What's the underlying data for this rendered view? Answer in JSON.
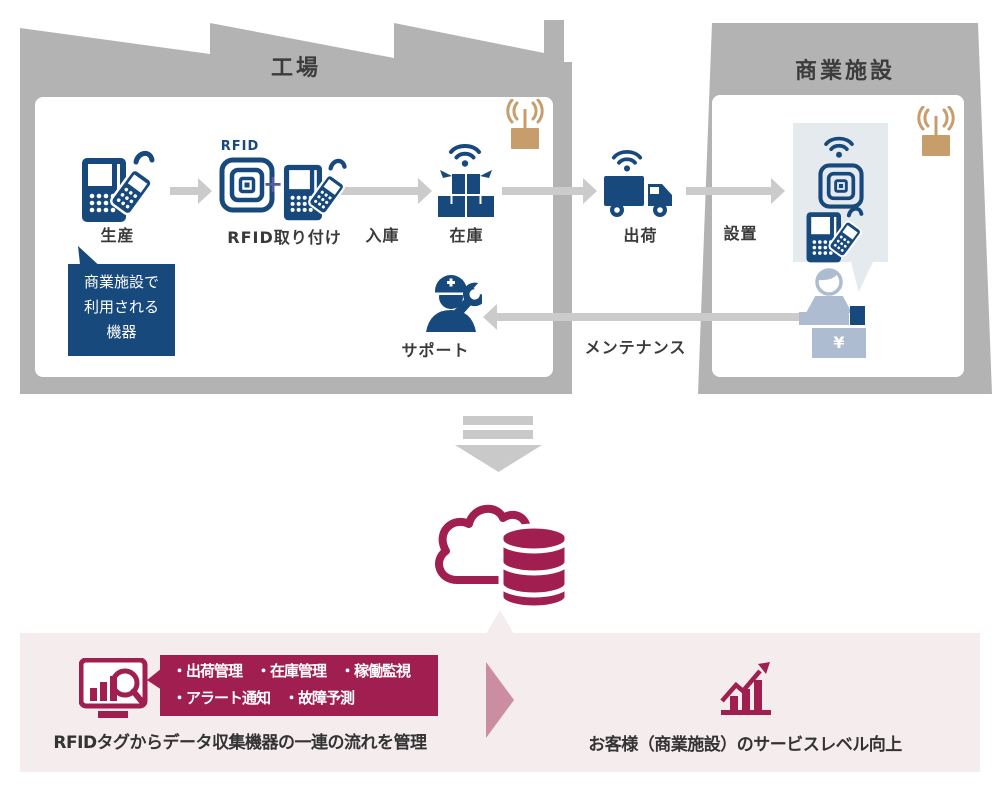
{
  "factory": {
    "title": "工場"
  },
  "facility": {
    "title": "商業施設"
  },
  "steps": {
    "production": "生産",
    "rfid_attach": "RFID取り付け",
    "inbound": "入庫",
    "stock": "在庫",
    "ship": "出荷",
    "install": "設置",
    "support": "サポート",
    "maintenance": "メンテナンス"
  },
  "rfid": {
    "tag_text": "RFID",
    "plus": "+"
  },
  "callout": {
    "line1": "商業施設で",
    "line2": "利用される",
    "line3": "機器"
  },
  "register": {
    "currency": "¥"
  },
  "summary": {
    "bubble_line1": "・出荷管理　・在庫管理　・稼働監視",
    "bubble_line2": "・アラート通知　・故障予測",
    "left_caption": "RFIDタグからデータ収集機器の一連の流れを管理",
    "right_caption": "お客様（商業施設）のサービスレベル向上"
  },
  "colors": {
    "device_blue": "#17497d",
    "building_gray": "#b3b3b3",
    "arrow_gray": "#cbcbcb",
    "antenna_tan": "#c79d6c",
    "accent_maroon": "#a01e50",
    "panel_pink": "#f5ecee",
    "arrow_rose": "#cb8da1",
    "cashier_slate": "#aebcd2",
    "device_panel": "#e5eaef"
  }
}
